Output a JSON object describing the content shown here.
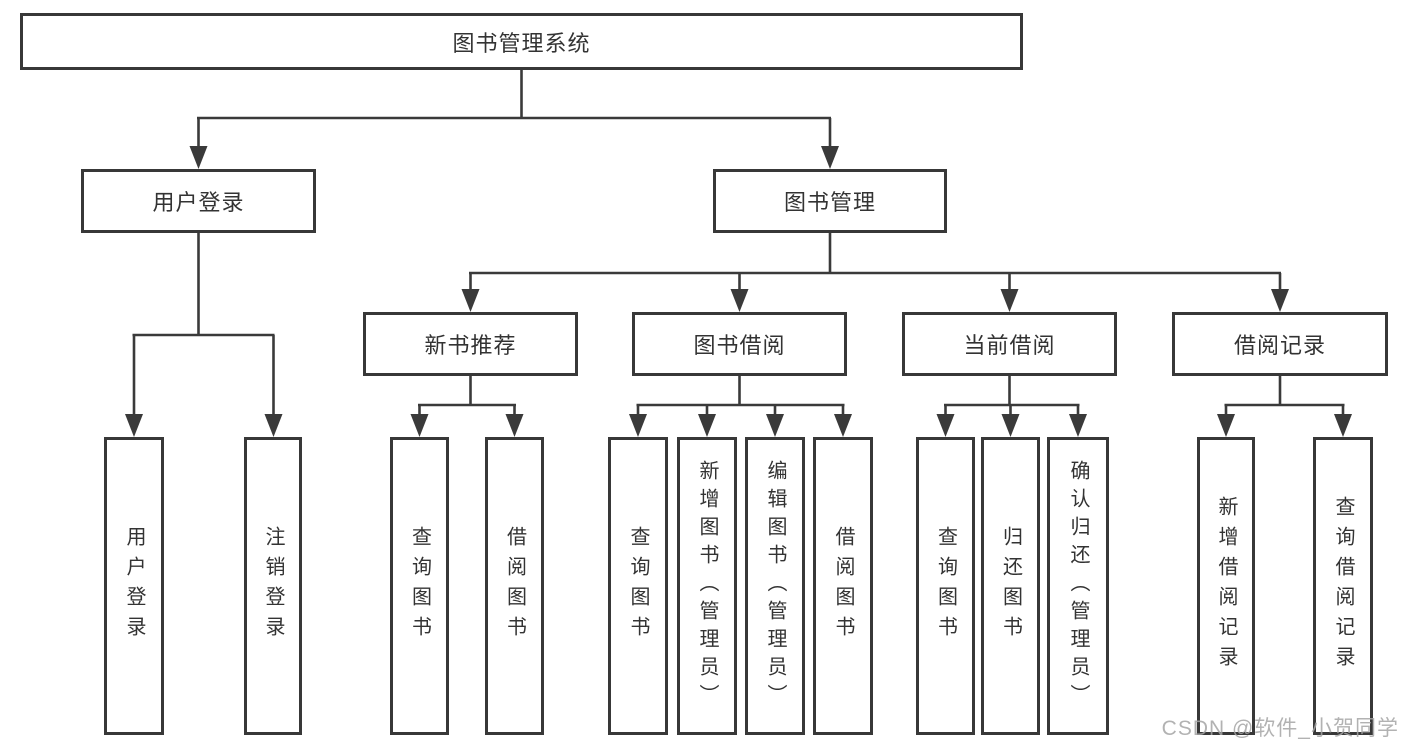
{
  "diagram": {
    "root": {
      "label": "图书管理系统"
    },
    "level2": [
      {
        "id": "user-login",
        "label": "用户登录"
      },
      {
        "id": "book-management",
        "label": "图书管理"
      }
    ],
    "level3": [
      {
        "id": "new-book-recommend",
        "label": "新书推荐"
      },
      {
        "id": "book-borrow",
        "label": "图书借阅"
      },
      {
        "id": "current-borrow",
        "label": "当前借阅"
      },
      {
        "id": "borrow-records",
        "label": "借阅记录"
      }
    ],
    "leaves": [
      {
        "parent": "user-login",
        "label": "用户登录"
      },
      {
        "parent": "user-login",
        "label": "注销登录"
      },
      {
        "parent": "new-book-recommend",
        "label": "查询图书"
      },
      {
        "parent": "new-book-recommend",
        "label": "借阅图书"
      },
      {
        "parent": "book-borrow",
        "label": "查询图书"
      },
      {
        "parent": "book-borrow",
        "label": "新增图书（管理员）"
      },
      {
        "parent": "book-borrow",
        "label": "编辑图书（管理员）"
      },
      {
        "parent": "book-borrow",
        "label": "借阅图书"
      },
      {
        "parent": "current-borrow",
        "label": "查询图书"
      },
      {
        "parent": "current-borrow",
        "label": "归还图书"
      },
      {
        "parent": "current-borrow",
        "label": "确认归还（管理员）"
      },
      {
        "parent": "borrow-records",
        "label": "新增借阅记录"
      },
      {
        "parent": "borrow-records",
        "label": "查询借阅记录"
      }
    ]
  },
  "watermark": {
    "text": "CSDN @软件_小贺同学"
  },
  "colors": {
    "line": "#3a3a3a",
    "border": "#383838",
    "text": "#333333",
    "watermark": "#a4a4a4",
    "background": "#ffffff"
  }
}
